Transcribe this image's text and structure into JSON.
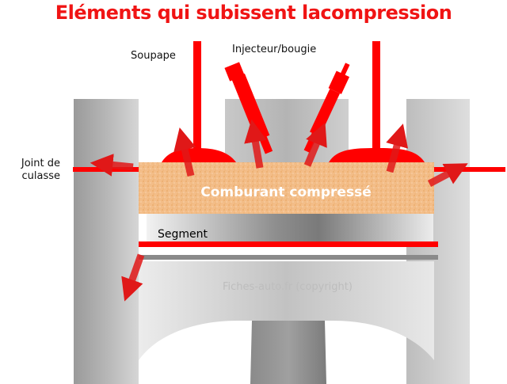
{
  "title": "Eléments qui subissent lacompression",
  "labels": {
    "soupape": "Soupape",
    "injecteur": "Injecteur/bougie",
    "joint_line1": "Joint de",
    "joint_line2": "culasse",
    "comburant": "Comburant compressé",
    "segment": "Segment",
    "copyright": "Fiches-auto.fr (copyright)"
  },
  "colors": {
    "title": "#f01414",
    "component_red": "#ff0000",
    "arrow_red": "#e01818",
    "chamber_fill": "#f4c08e",
    "cylinder_grey": "#a8a8a8"
  }
}
